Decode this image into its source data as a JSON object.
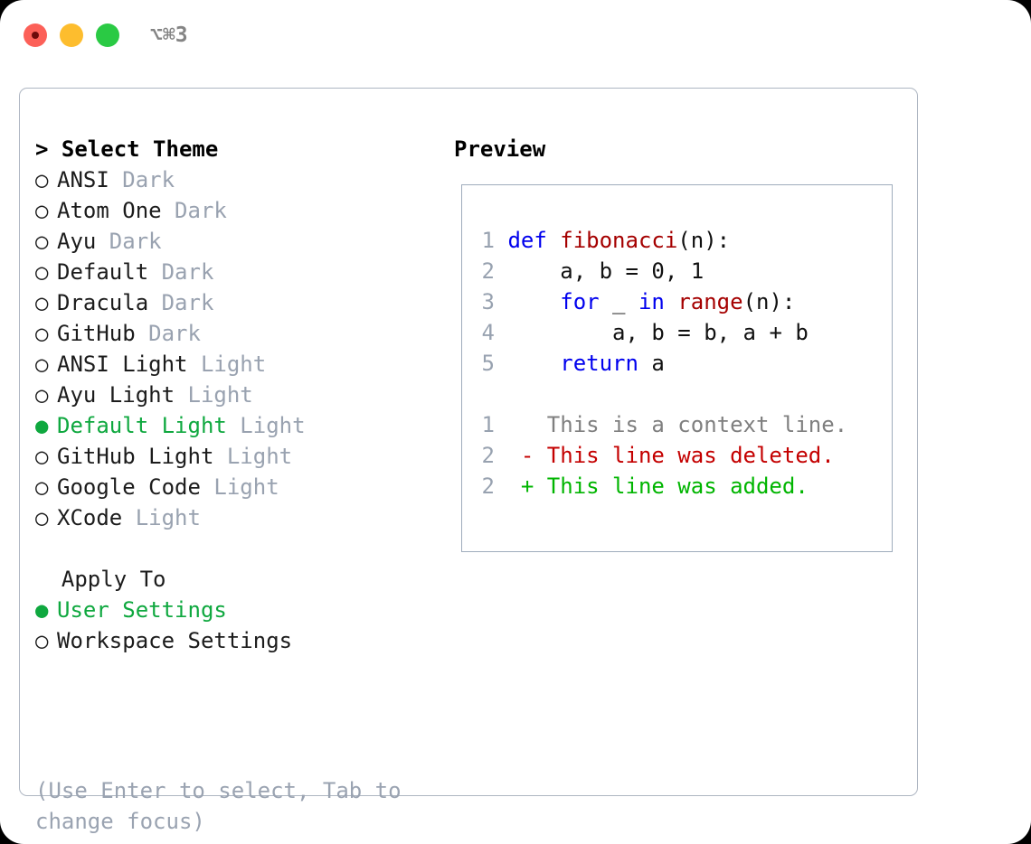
{
  "window": {
    "shortcut": "⌥⌘3",
    "traffic_lights": [
      {
        "name": "close",
        "color": "#fc6058"
      },
      {
        "name": "minimize",
        "color": "#fdbd2e"
      },
      {
        "name": "zoom",
        "color": "#2aca44"
      }
    ]
  },
  "theme_picker": {
    "title": "> Select Theme",
    "selected_bullet": "●",
    "unselected_bullet": "○",
    "items": [
      {
        "name": "ANSI",
        "badge": "Dark",
        "selected": false
      },
      {
        "name": "Atom One",
        "badge": "Dark",
        "selected": false
      },
      {
        "name": "Ayu",
        "badge": "Dark",
        "selected": false
      },
      {
        "name": "Default",
        "badge": "Dark",
        "selected": false
      },
      {
        "name": "Dracula",
        "badge": "Dark",
        "selected": false
      },
      {
        "name": "GitHub",
        "badge": "Dark",
        "selected": false
      },
      {
        "name": "ANSI Light",
        "badge": "Light",
        "selected": false
      },
      {
        "name": "Ayu Light",
        "badge": "Light",
        "selected": false
      },
      {
        "name": "Default Light",
        "badge": "Light",
        "selected": true
      },
      {
        "name": "GitHub Light",
        "badge": "Light",
        "selected": false
      },
      {
        "name": "Google Code",
        "badge": "Light",
        "selected": false
      },
      {
        "name": "XCode",
        "badge": "Light",
        "selected": false
      }
    ]
  },
  "apply_to": {
    "title": "Apply To",
    "options": [
      {
        "name": "User Settings",
        "selected": true
      },
      {
        "name": "Workspace Settings",
        "selected": false
      }
    ]
  },
  "hint": "(Use Enter to select, Tab to change focus)",
  "preview": {
    "title": "Preview",
    "code_lines": [
      {
        "num": "1",
        "tokens": [
          {
            "t": "def ",
            "c": "kw"
          },
          {
            "t": "fibonacci",
            "c": "fn"
          },
          {
            "t": "(n):",
            "c": "plain"
          }
        ]
      },
      {
        "num": "2",
        "tokens": [
          {
            "t": "    a, b = 0, 1",
            "c": "plain"
          }
        ]
      },
      {
        "num": "3",
        "tokens": [
          {
            "t": "    ",
            "c": "plain"
          },
          {
            "t": "for",
            "c": "kw"
          },
          {
            "t": " _ ",
            "c": "plain"
          },
          {
            "t": "in",
            "c": "kw"
          },
          {
            "t": " ",
            "c": "plain"
          },
          {
            "t": "range",
            "c": "fn"
          },
          {
            "t": "(n):",
            "c": "plain"
          }
        ]
      },
      {
        "num": "4",
        "tokens": [
          {
            "t": "        a, b = b, a + b",
            "c": "plain"
          }
        ]
      },
      {
        "num": "5",
        "tokens": [
          {
            "t": "    ",
            "c": "plain"
          },
          {
            "t": "return",
            "c": "kw"
          },
          {
            "t": " a",
            "c": "plain"
          }
        ]
      }
    ],
    "diff_lines": [
      {
        "num": "1",
        "marker": "  ",
        "text": "This is a context line.",
        "c": "ctx"
      },
      {
        "num": "2",
        "marker": "- ",
        "text": "This line was deleted.",
        "c": "del"
      },
      {
        "num": "2",
        "marker": "+ ",
        "text": "This line was added.",
        "c": "add"
      }
    ]
  },
  "colors": {
    "accent_green": "#0fa83f",
    "badge_gray": "#99a2b0",
    "keyword_blue": "#0000ee",
    "function_red": "#a50000",
    "diff_delete": "#c40000",
    "diff_add": "#00b500",
    "panel_border": "#aeb6c2"
  }
}
